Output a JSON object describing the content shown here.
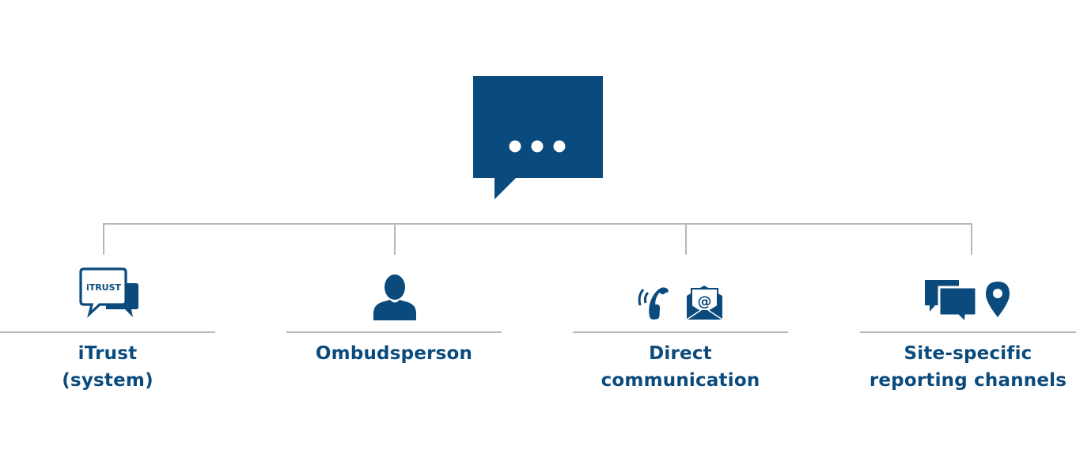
{
  "diagram": {
    "accent_color": "#0a4a7c",
    "line_color": "#b7b7b7",
    "root": {
      "icon": "speech-bubble-ellipsis-icon"
    },
    "channels": [
      {
        "label_line1": "iTrust",
        "label_line2": "(system)",
        "icon": "itrust-chat-bubbles-icon",
        "icon_text": "iTRUST"
      },
      {
        "label_line1": "Ombudsperson",
        "label_line2": "",
        "icon": "person-icon"
      },
      {
        "label_line1": "Direct",
        "label_line2": "communication",
        "icon": "phone-and-email-icon"
      },
      {
        "label_line1": "Site-specific",
        "label_line2": "reporting channels",
        "icon": "chat-bubbles-and-location-pin-icon"
      }
    ]
  }
}
